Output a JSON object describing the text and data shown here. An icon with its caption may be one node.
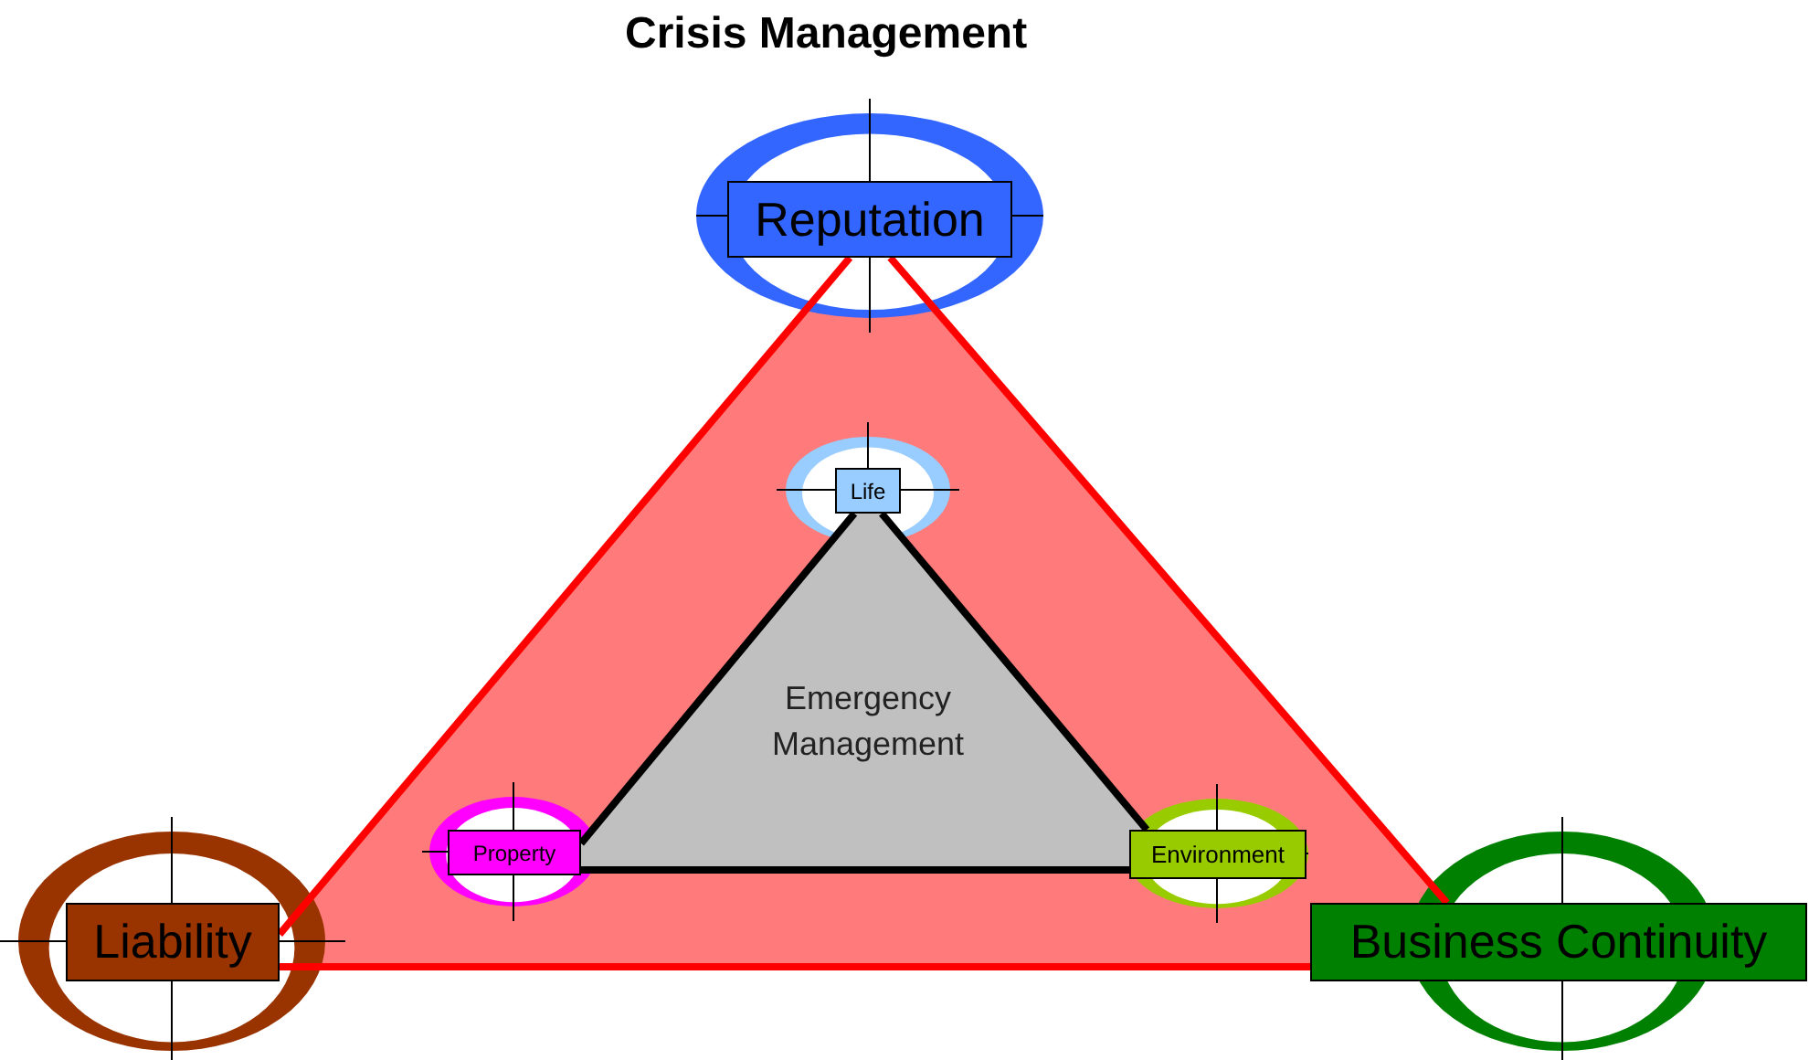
{
  "diagram": {
    "title": "Crisis Management",
    "nodes": [
      {
        "text": [
          "Reputation"
        ]
      },
      {
        "text": [
          "Life"
        ]
      },
      {
        "text": [
          "Emergency Management"
        ]
      },
      {
        "text": [
          "Property"
        ]
      },
      {
        "text": [
          "Environment"
        ]
      },
      {
        "text": [
          "Liability"
        ]
      },
      {
        "text": [
          "Business Continuity"
        ]
      }
    ],
    "edges": [
      {
        "from": 0,
        "to": 5,
        "arrow": "none",
        "color": "#ff0000"
      },
      {
        "from": 0,
        "to": 6,
        "arrow": "none",
        "color": "#ff0000"
      },
      {
        "from": 5,
        "to": 6,
        "arrow": "none",
        "color": "#ff0000"
      },
      {
        "from": 1,
        "to": 3,
        "arrow": "none",
        "color": "#000000"
      },
      {
        "from": 1,
        "to": 4,
        "arrow": "none",
        "color": "#000000"
      },
      {
        "from": 3,
        "to": 4,
        "arrow": "none",
        "color": "#000000"
      }
    ]
  }
}
